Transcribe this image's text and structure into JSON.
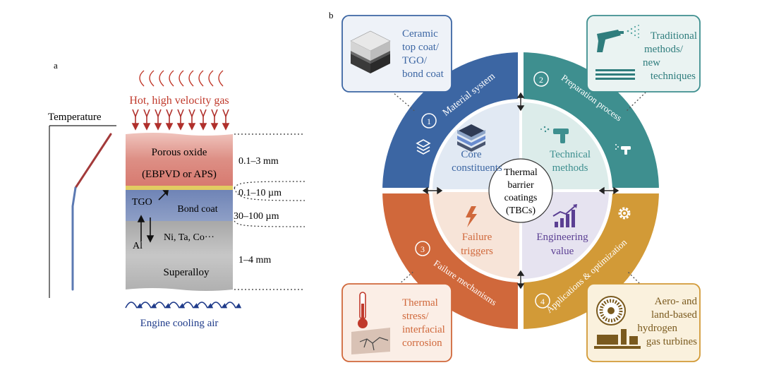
{
  "panel_a": {
    "label": "a",
    "temperature_label": "Temperature",
    "hot_gas_label": "Hot, high velocity gas",
    "cooling_air_label": "Engine cooling air",
    "layers": {
      "top_coat_line1": "Porous oxide",
      "top_coat_line2": "(EBPVD or APS)",
      "tgo": "TGO",
      "bond_coat": "Bond coat",
      "elements": "Ni, Ta, Co···",
      "al": "Al",
      "superalloy": "Superalloy"
    },
    "thicknesses": {
      "top_coat": "0.1–3 mm",
      "tgo": "0.1–10 µm",
      "bond_coat": "30–100 µm",
      "superalloy": "1–4 mm"
    },
    "colors": {
      "gas_red": "#c0392b",
      "cooling_blue": "#1f3b8a",
      "top_coat": "#dd8f85",
      "tgo": "#e2cc62",
      "bond_coat": "#7d90bd",
      "superalloy": "#bdbdbd"
    }
  },
  "panel_b": {
    "label": "b",
    "center": {
      "line1": "Thermal",
      "line2": "barrier",
      "line3": "coatings",
      "line4": "(TBCs)"
    },
    "quadrants": [
      {
        "number": "1",
        "ring_label": "Material system",
        "inner_line1": "Core",
        "inner_line2": "constituents",
        "color": "#3c66a3",
        "inner_color": "#e1e9f3"
      },
      {
        "number": "2",
        "ring_label": "Preparation process",
        "inner_line1": "Technical",
        "inner_line2": "methods",
        "color": "#3e8f8f",
        "inner_color": "#dcecea"
      },
      {
        "number": "3",
        "ring_label": "Failure mechanisms",
        "inner_line1": "Failure",
        "inner_line2": "triggers",
        "color": "#d0683b",
        "inner_color": "#f7e4d8"
      },
      {
        "number": "4",
        "ring_label": "Applications & optimization",
        "inner_line1": "Engineering",
        "inner_line2": "value",
        "color": "#d29a37",
        "inner_color": "#e6e3f0"
      }
    ],
    "corner_boxes": {
      "top_left": [
        "Ceramic",
        "top coat/",
        "TGO/",
        "bond coat"
      ],
      "top_right": [
        "Traditional",
        "methods/",
        "new",
        "techniques"
      ],
      "bottom_left": [
        "Thermal",
        "stress/",
        "interfacial",
        "corrosion"
      ],
      "bottom_right": [
        "Aero- and",
        "land-based",
        "hydrogen",
        "gas turbines"
      ]
    },
    "icons": [
      "layered-coating-icon",
      "spray-gun-icon",
      "thermometer-crack-icon",
      "turbine-icon",
      "stack-icon",
      "lightning-icon",
      "bar-chart-icon",
      "gear-icon"
    ]
  }
}
